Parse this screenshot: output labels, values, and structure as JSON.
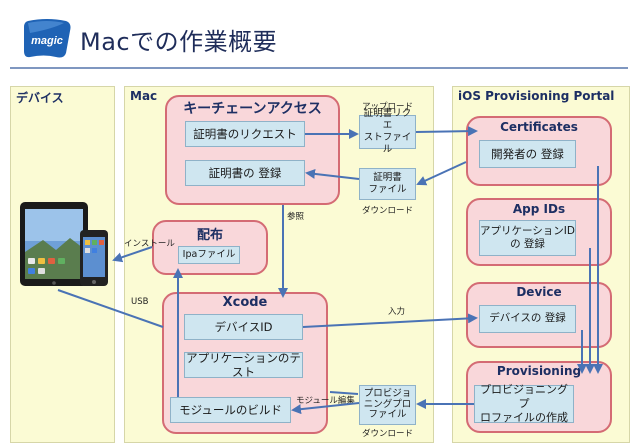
{
  "header": {
    "logo_text": "magic",
    "title": "Macでの作業概要"
  },
  "columns": {
    "device": "デバイス",
    "mac": "Mac",
    "portal": "iOS Provisioning Portal"
  },
  "keychain": {
    "title": "キーチェーンアクセス",
    "request": "証明書のリクエスト",
    "register": "証明書の 登録"
  },
  "distribution": {
    "title": "配布",
    "ipa": "Ipaファイル"
  },
  "xcode": {
    "title": "Xcode",
    "device_id": "デバイスID",
    "app_test": "アプリケーションのテスト",
    "module_build": "モジュールのビルド"
  },
  "portal": {
    "certificates": {
      "title": "Certificates",
      "developer_register": "開発者の 登録"
    },
    "appids": {
      "title": "App IDs",
      "app_id_register_line1": "アプリケーションID",
      "app_id_register_line2": "の 登録"
    },
    "device": {
      "title": "Device",
      "device_register": "デバイスの 登録"
    },
    "provisioning": {
      "title": "Provisioning",
      "profile_create_line1": "プロビジョニングプ",
      "profile_create_line2": "ロファイルの作成"
    }
  },
  "files": {
    "csr_line1": "証明書リクエ",
    "csr_line2": "ストファイル",
    "cert_line1": "証明書",
    "cert_line2": "ファイル",
    "profile_line1": "プロビジョ",
    "profile_line2": "ニングプロ",
    "profile_line3": "ファイル"
  },
  "labels": {
    "upload": "アップロード",
    "download1": "ダウンロード",
    "download2": "ダウンロード",
    "reference": "参照",
    "install": "インストール",
    "usb": "USB",
    "input": "入力",
    "module_edit": "モジュール編集"
  }
}
